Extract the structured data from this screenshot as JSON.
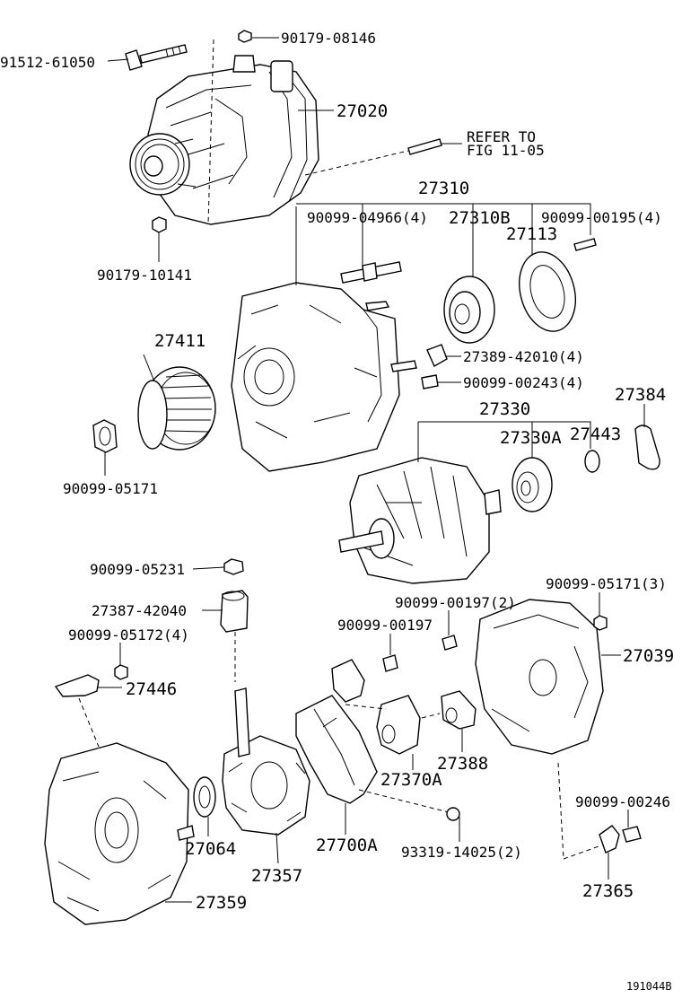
{
  "labels": {
    "p1": "91512-61050",
    "p2": "90179-08146",
    "p3": "27020",
    "p4": "REFER TO",
    "p5": "FIG 11-05",
    "p6": "90179-10141",
    "p7": "27310",
    "p8": "90099-04966(4)",
    "p9": "27310B",
    "p10": "90099-00195(4)",
    "p11": "27113",
    "p12": "27411",
    "p13": "27389-42010(4)",
    "p14": "90099-00243(4)",
    "p15": "27384",
    "p16": "27330",
    "p17": "27330A",
    "p18": "27443",
    "p19": "90099-05171",
    "p20": "90099-05231",
    "p21": "27387-42040",
    "p22": "90099-05172(4)",
    "p23": "27446",
    "p24": "90099-00197(2)",
    "p25": "90099-05171(3)",
    "p26": "90099-00197",
    "p27": "27039",
    "p28": "27388",
    "p29": "27370A",
    "p30": "90099-00246",
    "p31": "27064",
    "p32": "27357",
    "p33": "27700A",
    "p34": "93319-14025(2)",
    "p35": "27359",
    "p36": "27365",
    "ref": "191044B"
  }
}
